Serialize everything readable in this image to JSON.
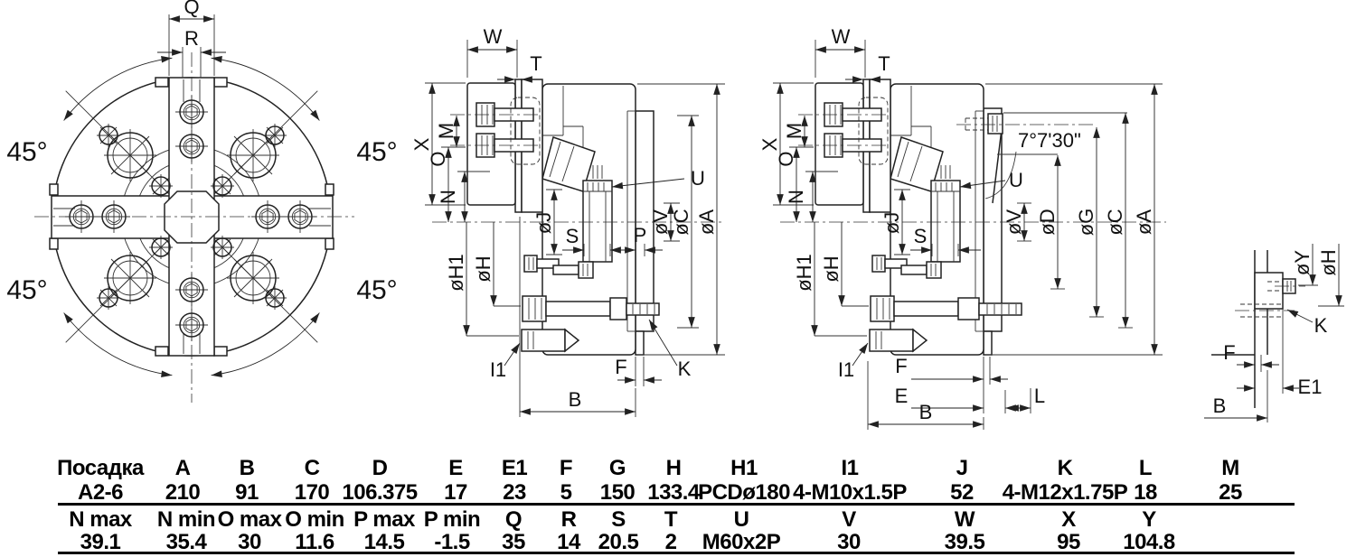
{
  "front": {
    "q": "Q",
    "r": "R",
    "angle_tl": "45°",
    "angle_tr": "45°",
    "angle_bl": "45°",
    "angle_br": "45°"
  },
  "s1": {
    "w": "W",
    "t": "T",
    "x": "X",
    "m": "M",
    "o": "O",
    "n": "N",
    "j": "øJ",
    "h1": "øH1",
    "h": "øH",
    "s": "S",
    "p": "P",
    "v": "øV",
    "c": "øC",
    "a": "øA",
    "u": "U",
    "i1": "I1",
    "k": "K",
    "f": "F",
    "b": "B"
  },
  "s2": {
    "w": "W",
    "t": "T",
    "x": "X",
    "m": "M",
    "o": "O",
    "n": "N",
    "j": "øJ",
    "h1": "øH1",
    "h": "øH",
    "s": "S",
    "v": "øV",
    "d": "øD",
    "g": "øG",
    "c": "øC",
    "a": "øA",
    "u": "U",
    "i1": "I1",
    "f": "F",
    "e": "E",
    "l": "L",
    "b": "B",
    "angle": "7°7'30\""
  },
  "detail": {
    "y": "øY",
    "h": "øH",
    "k": "K",
    "f": "F",
    "e1": "E1",
    "b": "B"
  },
  "table": {
    "row1_headers": [
      "Посадка",
      "A",
      "B",
      "C",
      "D",
      "E",
      "E1",
      "F",
      "G",
      "H",
      "H1",
      "I1",
      "J",
      "K",
      "L",
      "M"
    ],
    "row1_values": [
      "A2-6",
      "210",
      "91",
      "170",
      "106.375",
      "17",
      "23",
      "5",
      "150",
      "133.4",
      "PCDø180",
      "4-M10x1.5P",
      "52",
      "4-M12x1.75P",
      "18",
      "25"
    ],
    "row2_headers": [
      "N max",
      "N min",
      "O max",
      "O min",
      "P max",
      "P min",
      "Q",
      "R",
      "S",
      "T",
      "U",
      "V",
      "W",
      "X",
      "Y"
    ],
    "row2_values": [
      "39.1",
      "35.4",
      "30",
      "11.6",
      "14.5",
      "-1.5",
      "35",
      "14",
      "20.5",
      "2",
      "M60x2P",
      "30",
      "39.5",
      "95",
      "104.8"
    ]
  }
}
